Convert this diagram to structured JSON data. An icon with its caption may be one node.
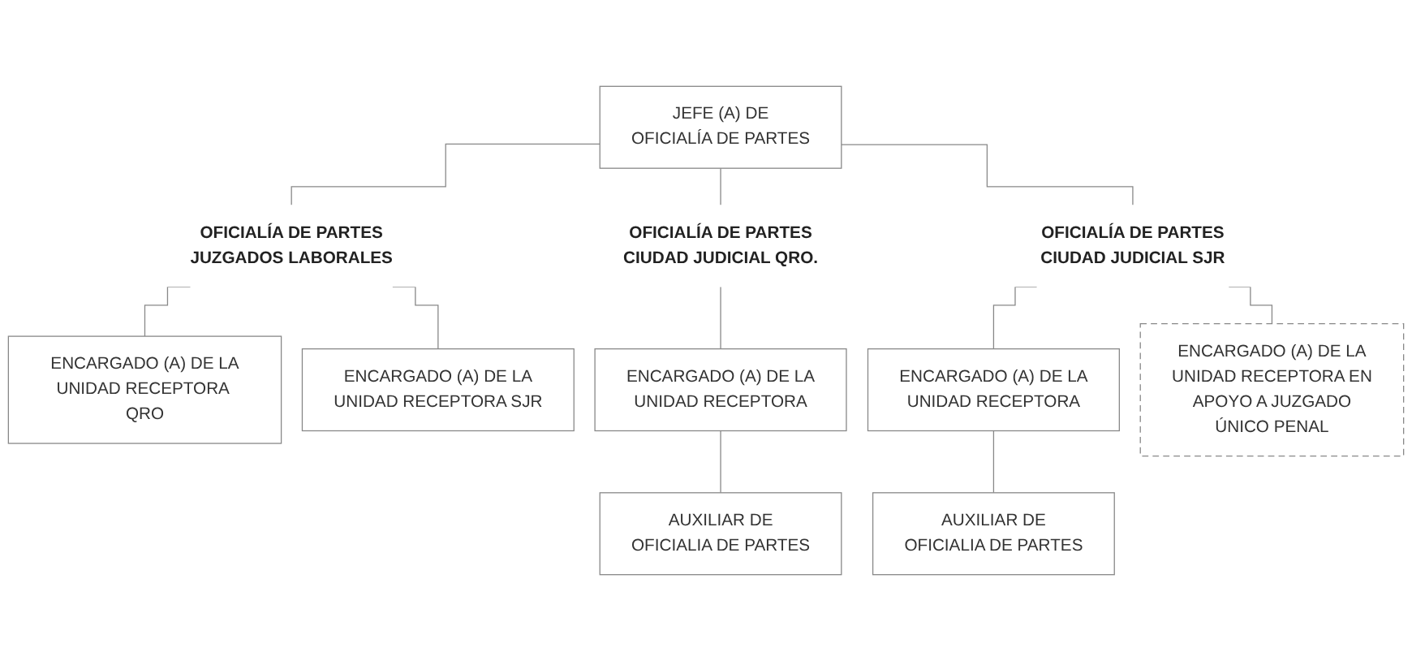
{
  "diagram": {
    "nodes": [
      {
        "text": [
          "JEFE (A) DE OFICIALÍA DE PARTES"
        ]
      },
      {
        "text": [
          "OFICIALÍA DE PARTES JUZGADOS LABORALES"
        ]
      },
      {
        "text": [
          "OFICIALÍA DE PARTES CIUDAD JUDICIAL QRO."
        ]
      },
      {
        "text": [
          "OFICIALÍA DE PARTES CIUDAD JUDICIAL SJR"
        ]
      },
      {
        "text": [
          "ENCARGADO (A) DE LA UNIDAD RECEPTORA QRO"
        ]
      },
      {
        "text": [
          "ENCARGADO (A) DE LA UNIDAD RECEPTORA SJR"
        ]
      },
      {
        "text": [
          "ENCARGADO (A) DE LA UNIDAD RECEPTORA"
        ]
      },
      {
        "text": [
          "ENCARGADO (A) DE LA UNIDAD RECEPTORA"
        ]
      },
      {
        "text": [
          "ENCARGADO (A) DE LA UNIDAD RECEPTORA EN APOYO A JUZGADO ÚNICO PENAL"
        ]
      },
      {
        "text": [
          "AUXILIAR DE OFICIALIA DE PARTES"
        ]
      },
      {
        "text": [
          "AUXILIAR DE OFICIALIA DE PARTES"
        ]
      }
    ],
    "edges": [
      {
        "from": 0,
        "to": 1,
        "arrow": "none"
      },
      {
        "from": 0,
        "to": 2,
        "arrow": "none"
      },
      {
        "from": 0,
        "to": 3,
        "arrow": "none"
      },
      {
        "from": 1,
        "to": 4,
        "arrow": "none"
      },
      {
        "from": 1,
        "to": 5,
        "arrow": "none"
      },
      {
        "from": 2,
        "to": 6,
        "arrow": "none"
      },
      {
        "from": 3,
        "to": 7,
        "arrow": "none"
      },
      {
        "from": 3,
        "to": 8,
        "arrow": "none"
      },
      {
        "from": 6,
        "to": 9,
        "arrow": "none"
      },
      {
        "from": 7,
        "to": 10,
        "arrow": "none"
      }
    ]
  }
}
